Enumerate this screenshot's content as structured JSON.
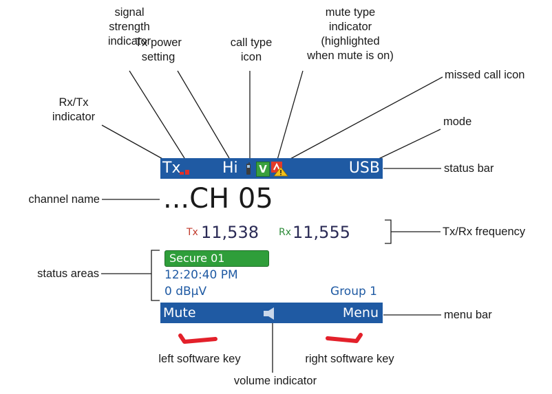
{
  "annotations": {
    "signal_strength": [
      "signal",
      "strength",
      "indicator"
    ],
    "tx_power": [
      "Tx power",
      "setting"
    ],
    "call_type": [
      "call type",
      "icon"
    ],
    "mute_type": [
      "mute type",
      "indicator",
      "(highlighted",
      "when mute is on)"
    ],
    "missed_call": "missed call icon",
    "rx_tx": [
      "Rx/Tx",
      "indicator"
    ],
    "mode": "mode",
    "status_bar": "status bar",
    "channel_name": "channel name",
    "tx_rx_frequency": "Tx/Rx frequency",
    "status_areas": "status areas",
    "menu_bar": "menu bar",
    "left_software_key": "left software key",
    "right_software_key": "right software key",
    "volume_indicator": "volume indicator"
  },
  "screen": {
    "status_bar": {
      "txrx": "Tx",
      "power": "Hi",
      "call_type": "V",
      "mode": "USB"
    },
    "channel": "...CH 05",
    "tx_label": "Tx",
    "tx_freq": "11,538",
    "rx_label": "Rx",
    "rx_freq": "11,555",
    "secure": "Secure 01",
    "time": "12:20:40 PM",
    "signal": "0 dBµV",
    "group": "Group 1",
    "menu_bar": {
      "left": "Mute",
      "right": "Menu"
    }
  },
  "colors": {
    "bar_blue": "#1f5aa3",
    "secure_green": "#2f9e3a",
    "tx_red": "#c0392b",
    "rx_green": "#2e8b3a",
    "softkey_red": "#e3202a"
  }
}
